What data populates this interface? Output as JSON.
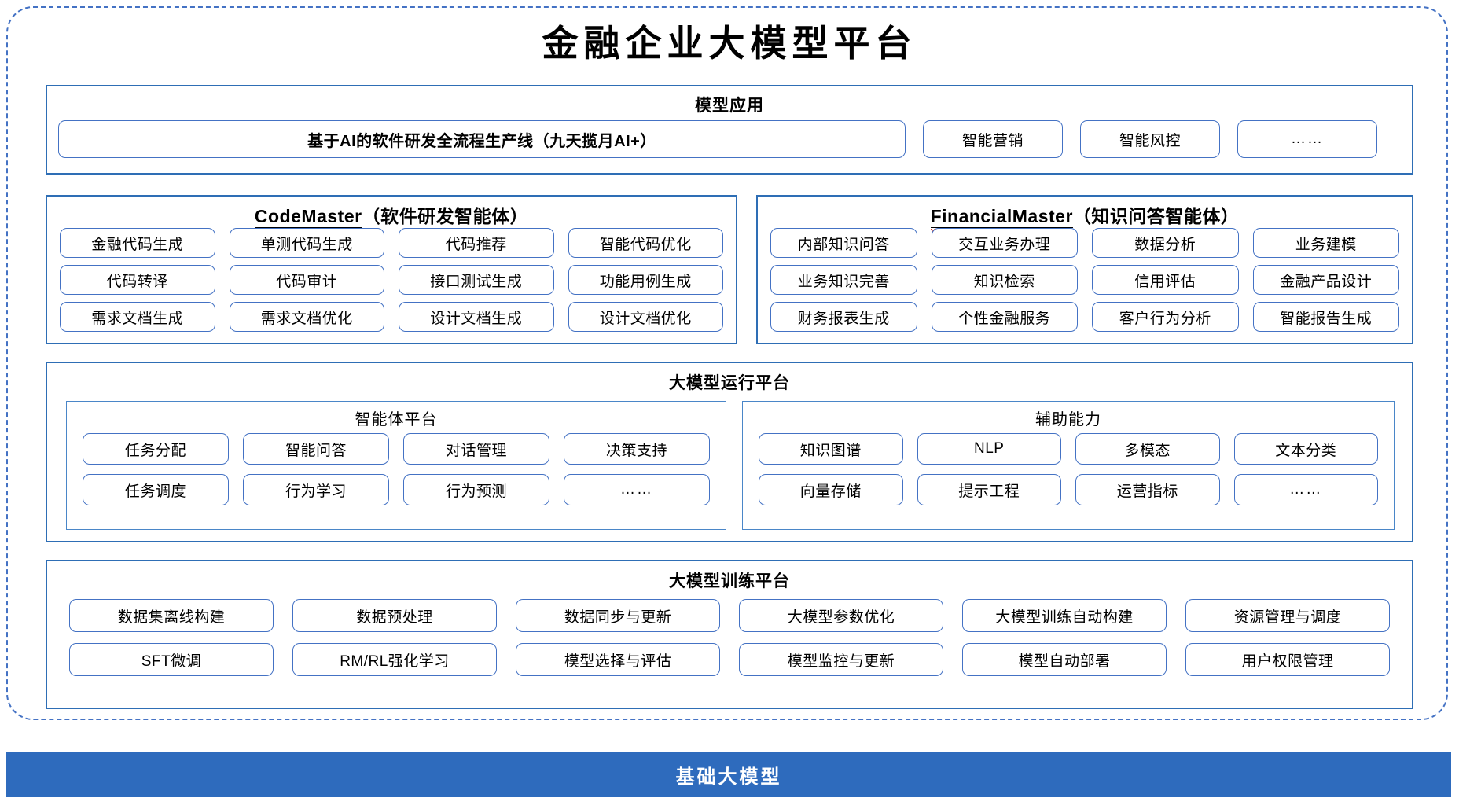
{
  "title": "金融企业大模型平台",
  "colors": {
    "frame": "#4472c4",
    "panel_border": "#2e6eb5",
    "pill_border": "#4472c4",
    "base_bar": "#2e6bbd",
    "spellcheck_underline": "#e03b2b"
  },
  "sections": {
    "app": {
      "title": "模型应用",
      "banner": "基于AI的软件研发全流程生产线（九天揽月AI+）",
      "items": [
        "智能营销",
        "智能风控",
        "……"
      ]
    },
    "code_master": {
      "title_en": "CodeMaster",
      "title_cn": "（软件研发智能体）",
      "rows": [
        [
          "金融代码生成",
          "单测代码生成",
          "代码推荐",
          "智能代码优化"
        ],
        [
          "代码转译",
          "代码审计",
          "接口测试生成",
          "功能用例生成"
        ],
        [
          "需求文档生成",
          "需求文档优化",
          "设计文档生成",
          "设计文档优化"
        ]
      ]
    },
    "financial_master": {
      "title_en": "FinancialMaster",
      "title_cn": "（知识问答智能体）",
      "rows": [
        [
          "内部知识问答",
          "交互业务办理",
          "数据分析",
          "业务建模"
        ],
        [
          "业务知识完善",
          "知识检索",
          "信用评估",
          "金融产品设计"
        ],
        [
          "财务报表生成",
          "个性金融服务",
          "客户行为分析",
          "智能报告生成"
        ]
      ]
    },
    "runtime": {
      "title": "大模型运行平台",
      "agent_platform": {
        "title": "智能体平台",
        "rows": [
          [
            "任务分配",
            "智能问答",
            "对话管理",
            "决策支持"
          ],
          [
            "任务调度",
            "行为学习",
            "行为预测",
            "……"
          ]
        ]
      },
      "aux_capability": {
        "title": "辅助能力",
        "rows": [
          [
            "知识图谱",
            "NLP",
            "多模态",
            "文本分类"
          ],
          [
            "向量存储",
            "提示工程",
            "运营指标",
            "……"
          ]
        ]
      }
    },
    "training": {
      "title": "大模型训练平台",
      "rows": [
        [
          "数据集离线构建",
          "数据预处理",
          "数据同步与更新",
          "大模型参数优化",
          "大模型训练自动构建",
          "资源管理与调度"
        ],
        [
          "SFT微调",
          "RM/RL强化学习",
          "模型选择与评估",
          "模型监控与更新",
          "模型自动部署",
          "用户权限管理"
        ]
      ]
    },
    "base": {
      "label": "基础大模型"
    }
  }
}
